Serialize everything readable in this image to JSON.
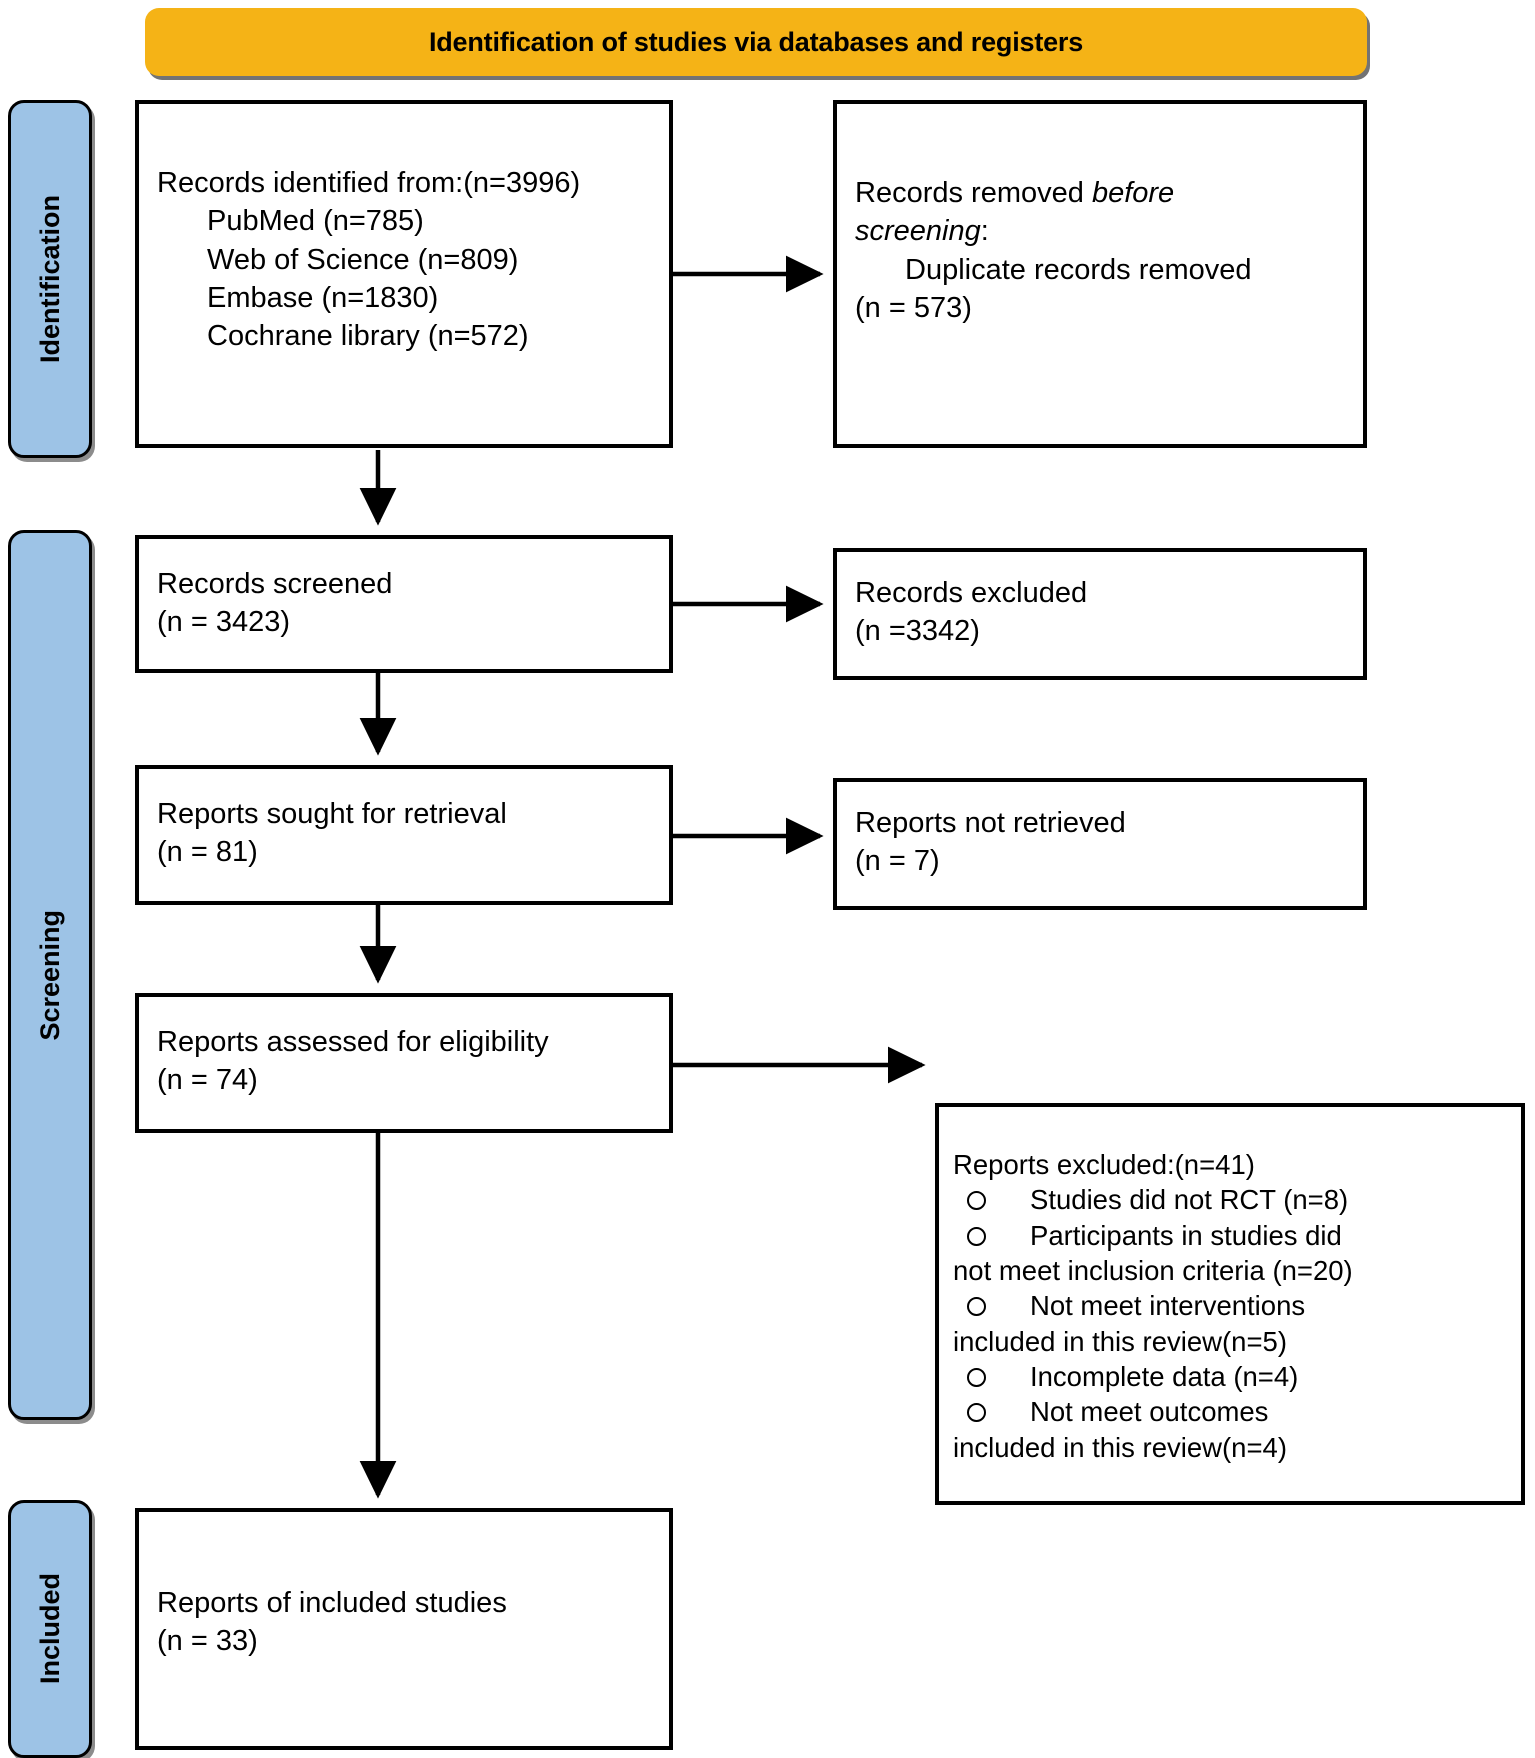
{
  "header": {
    "title": "Identification of studies via databases and registers",
    "banner_color": "#F5B316"
  },
  "stages": {
    "identification": "Identification",
    "screening": "Screening",
    "included": "Included",
    "tab_color": "#9DC3E6"
  },
  "boxes": {
    "records_identified": {
      "name": "Records identified from:(n=3996)",
      "sources": [
        "PubMed (n=785)",
        "Web of Science (n=809)",
        "Embase (n=1830)",
        "Cochrane library (n=572)"
      ]
    },
    "records_removed": {
      "line1_prefix": "Records removed ",
      "line1_italic": "before",
      "line2_italic": "screening",
      "line2_suffix": ":",
      "detail": "Duplicate records removed",
      "count": "(n = 573)"
    },
    "records_screened": {
      "label": "Records screened",
      "count": "(n = 3423)"
    },
    "records_excluded": {
      "label": "Records excluded",
      "count": "(n =3342)"
    },
    "reports_sought": {
      "label": "Reports sought for retrieval",
      "count": "(n = 81)"
    },
    "reports_not_retrieved": {
      "label": "Reports not retrieved",
      "count": "(n = 7)"
    },
    "reports_assessed": {
      "label": "Reports assessed for eligibility",
      "count": "(n = 74)"
    },
    "reports_excluded": {
      "heading": "Reports excluded:(n=41)",
      "items": [
        {
          "bullet_line": "Studies did not RCT (n=8)",
          "wrap_line": ""
        },
        {
          "bullet_line": "Participants in studies did",
          "wrap_line": "not meet inclusion criteria (n=20)"
        },
        {
          "bullet_line": "Not meet  interventions",
          "wrap_line": "included in this review(n=5)"
        },
        {
          "bullet_line": "Incomplete data (n=4)",
          "wrap_line": ""
        },
        {
          "bullet_line": "Not meet  outcomes",
          "wrap_line": "included in this review(n=4)"
        }
      ]
    },
    "reports_included": {
      "label": "Reports of included studies",
      "count": "(n = 33)"
    }
  }
}
